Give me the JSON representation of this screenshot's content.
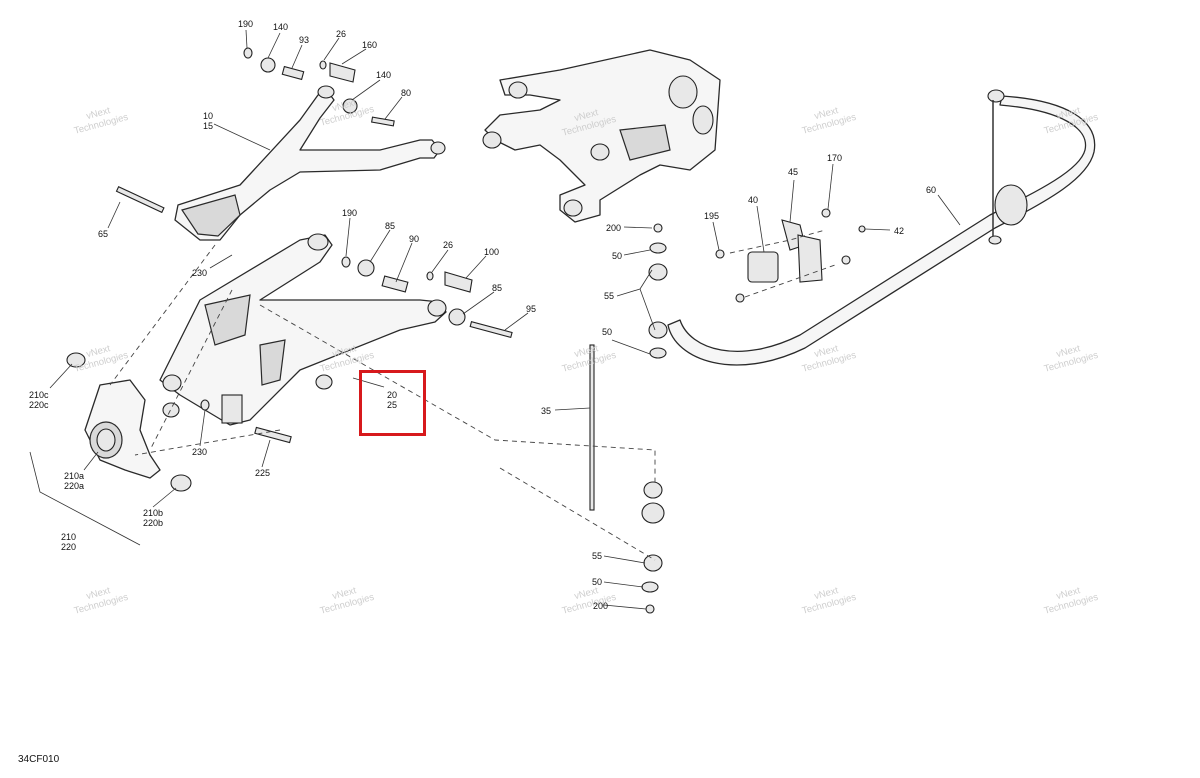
{
  "diagram_code": "34CF010",
  "watermark": {
    "line1": "vNext",
    "line2": "Technologies",
    "combined": "vNext Technologies"
  },
  "callouts": [
    {
      "id": "190a",
      "text": "190"
    },
    {
      "id": "140a",
      "text": "140"
    },
    {
      "id": "93",
      "text": "93"
    },
    {
      "id": "26a",
      "text": "26"
    },
    {
      "id": "160",
      "text": "160"
    },
    {
      "id": "140b",
      "text": "140"
    },
    {
      "id": "80",
      "text": "80"
    },
    {
      "id": "10",
      "text": "10"
    },
    {
      "id": "15",
      "text": "15"
    },
    {
      "id": "65",
      "text": "65"
    },
    {
      "id": "230a",
      "text": "230"
    },
    {
      "id": "190b",
      "text": "190"
    },
    {
      "id": "85a",
      "text": "85"
    },
    {
      "id": "90",
      "text": "90"
    },
    {
      "id": "26b",
      "text": "26"
    },
    {
      "id": "100",
      "text": "100"
    },
    {
      "id": "85b",
      "text": "85"
    },
    {
      "id": "95",
      "text": "95"
    },
    {
      "id": "20",
      "text": "20"
    },
    {
      "id": "25",
      "text": "25"
    },
    {
      "id": "210c",
      "text": "210c"
    },
    {
      "id": "220c",
      "text": "220c"
    },
    {
      "id": "230b",
      "text": "230"
    },
    {
      "id": "225",
      "text": "225"
    },
    {
      "id": "210a",
      "text": "210a"
    },
    {
      "id": "220a",
      "text": "220a"
    },
    {
      "id": "210b",
      "text": "210b"
    },
    {
      "id": "220b",
      "text": "220b"
    },
    {
      "id": "210",
      "text": "210"
    },
    {
      "id": "220",
      "text": "220"
    },
    {
      "id": "200a",
      "text": "200"
    },
    {
      "id": "50a",
      "text": "50"
    },
    {
      "id": "55a",
      "text": "55"
    },
    {
      "id": "50b",
      "text": "50"
    },
    {
      "id": "35",
      "text": "35"
    },
    {
      "id": "55b",
      "text": "55"
    },
    {
      "id": "50c",
      "text": "50"
    },
    {
      "id": "200b",
      "text": "200"
    },
    {
      "id": "195",
      "text": "195"
    },
    {
      "id": "40",
      "text": "40"
    },
    {
      "id": "45",
      "text": "45"
    },
    {
      "id": "170",
      "text": "170"
    },
    {
      "id": "42",
      "text": "42"
    },
    {
      "id": "60",
      "text": "60"
    }
  ],
  "highlight_color": "#d7191c"
}
